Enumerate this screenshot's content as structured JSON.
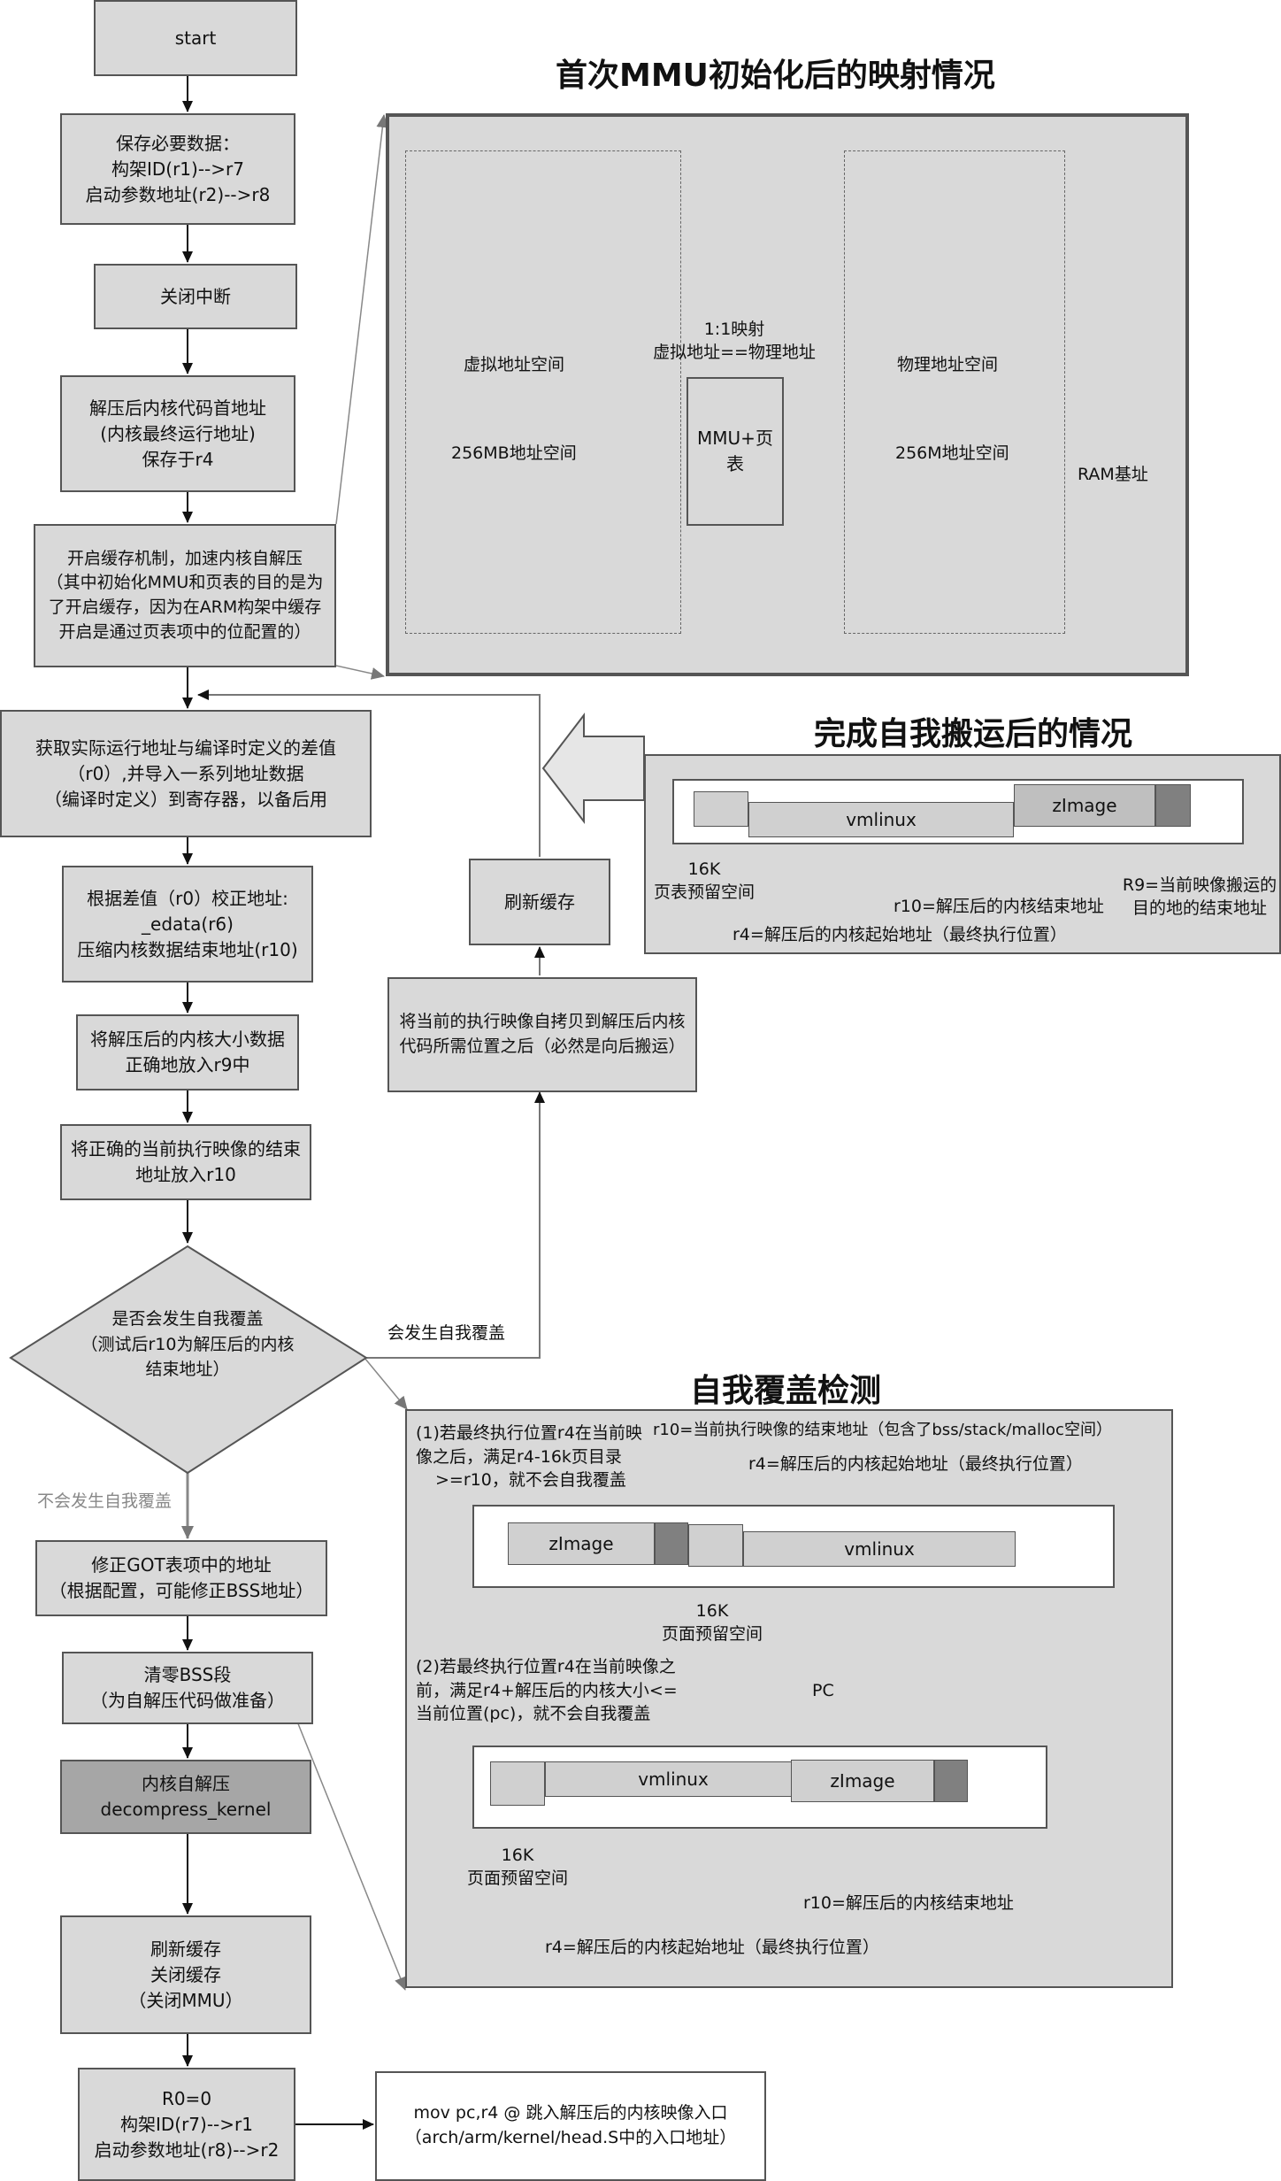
{
  "flow": {
    "start": "start",
    "save": [
      "保存必要数据：",
      "构架ID(r1)-->r7",
      "启动参数地址(r2)-->r8"
    ],
    "irq": "关闭中断",
    "r4": [
      "解压后内核代码首地址",
      "(内核最终运行地址)",
      "保存于r4"
    ],
    "cache": [
      "开启缓存机制，加速内核自解压",
      "（其中初始化MMU和页表的目的是为",
      "了开启缓存，因为在ARM构架中缓存",
      "开启是通过页表项中的位配置的）"
    ],
    "diff": [
      "获取实际运行地址与编译时定义的差值",
      "（r0）,并导入一系列地址数据",
      "（编译时定义）到寄存器，以备后用"
    ],
    "fix": [
      "根据差值（r0）校正地址:",
      "_edata(r6)",
      "压缩内核数据结束地址(r10)"
    ],
    "r9": [
      "将解压后的内核大小数据",
      "正确地放入r9中"
    ],
    "r10": [
      "将正确的当前执行映像的结束",
      "地址放入r10"
    ],
    "decision": [
      "是否会发生自我覆盖",
      "（测试后r10为解压后的内核",
      "结束地址）"
    ],
    "yes_label": "会发生自我覆盖",
    "no_label": "不会发生自我覆盖",
    "got": [
      "修正GOT表项中的地址",
      "（根据配置，可能修正BSS地址）"
    ],
    "bss": [
      "清零BSS段",
      "（为自解压代码做准备）"
    ],
    "decompress": [
      "内核自解压",
      "decompress_kernel"
    ],
    "flush_off": [
      "刷新缓存",
      "关闭缓存",
      "（关闭MMU）"
    ],
    "r0": [
      "R0=0",
      "构架ID(r7)-->r1",
      "启动参数地址(r8)-->r2"
    ],
    "jump": [
      "mov pc,r4 @ 跳入解压后的内核映像入口",
      "（arch/arm/kernel/head.S中的入口地址）"
    ],
    "copy": [
      "将当前的执行映像自拷贝到解压后内核",
      "代码所需位置之后（必然是向后搬运）"
    ],
    "flush": "刷新缓存"
  },
  "mmu_panel": {
    "title": "首次MMU初始化后的映射情况",
    "virt_space": "虚拟地址空间",
    "virt_size": "256MB地址空间",
    "map_label": [
      "1:1映射",
      "虚拟地址==物理地址"
    ],
    "mmu_box": [
      "MMU+页",
      "表"
    ],
    "phys_space": "物理地址空间",
    "phys_size": "256M地址空间",
    "ram_base": "RAM基址"
  },
  "relocate_panel": {
    "title": "完成自我搬运后的情况",
    "seg_vmlinux": "vmlinux",
    "seg_zimage": "zImage",
    "lbl_16k": [
      "16K",
      "页表预留空间"
    ],
    "lbl_r10": "r10=解压后的内核结束地址",
    "lbl_r9": [
      "R9=当前映像搬运的",
      "目的地的结束地址"
    ],
    "lbl_r4": "r4=解压后的内核起始地址（最终执行位置）"
  },
  "overlap_panel": {
    "title": "自我覆盖检测",
    "case1": [
      "(1)若最终执行位置r4在当前映",
      "像之后，满足r4-16k页目录",
      ">=r10，就不会自我覆盖"
    ],
    "case1_r10": "r10=当前执行映像的结束地址（包含了bss/stack/malloc空间）",
    "case1_r4": "r4=解压后的内核起始地址（最终执行位置）",
    "case1_zimage": "zImage",
    "case1_vmlinux": "vmlinux",
    "case1_16k": [
      "16K",
      "页面预留空间"
    ],
    "case2": [
      "(2)若最终执行位置r4在当前映像之",
      "前，满足r4+解压后的内核大小<=",
      "当前位置(pc)，就不会自我覆盖"
    ],
    "case2_pc": "PC",
    "case2_vmlinux": "vmlinux",
    "case2_zimage": "zImage",
    "case2_16k": [
      "16K",
      "页面预留空间"
    ],
    "case2_r10": "r10=解压后的内核结束地址",
    "case2_r4": "r4=解压后的内核起始地址（最终执行位置）"
  }
}
